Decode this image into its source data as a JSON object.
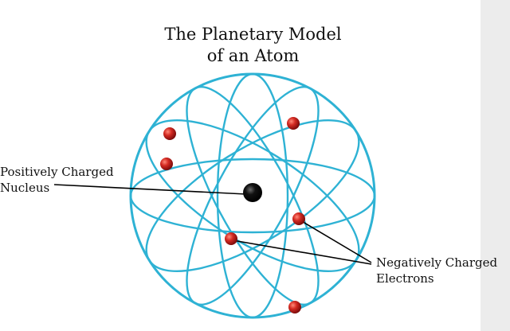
{
  "diagram": {
    "title_line1": "The Planetary Model",
    "title_line2": "of an Atom",
    "labels": {
      "nucleus_line1": "Positively Charged",
      "nucleus_line2": "Nucleus",
      "electrons_line1": "Negatively Charged",
      "electrons_line2": "Electrons"
    }
  },
  "colors": {
    "orbit": "#2eb2d4",
    "orbit_light": "#7fd0e6",
    "nucleus": "#000000",
    "electron": "#c41a1a",
    "leader_line": "#000000",
    "background": "#ffffff",
    "side_band": "#ececec"
  }
}
